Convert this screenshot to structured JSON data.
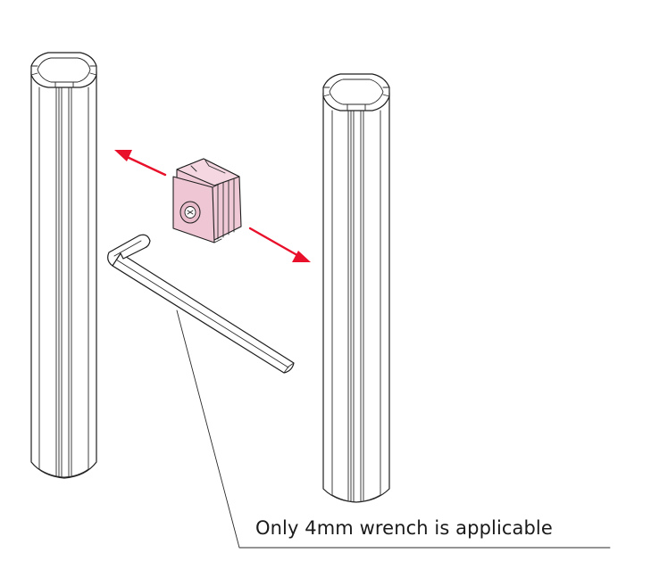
{
  "caption": "Only 4mm wrench is applicable",
  "colors": {
    "arrow": "#e8102a",
    "connector_fill": "#efc9d6",
    "line": "#1f1f1f",
    "background": "#ffffff"
  },
  "icons": {
    "left_profile": "aluminum-profile-tube",
    "right_profile": "aluminum-profile-tube",
    "connector": "profile-connector-block",
    "wrench": "hex-allen-key",
    "arrows": "arrow-icon"
  }
}
